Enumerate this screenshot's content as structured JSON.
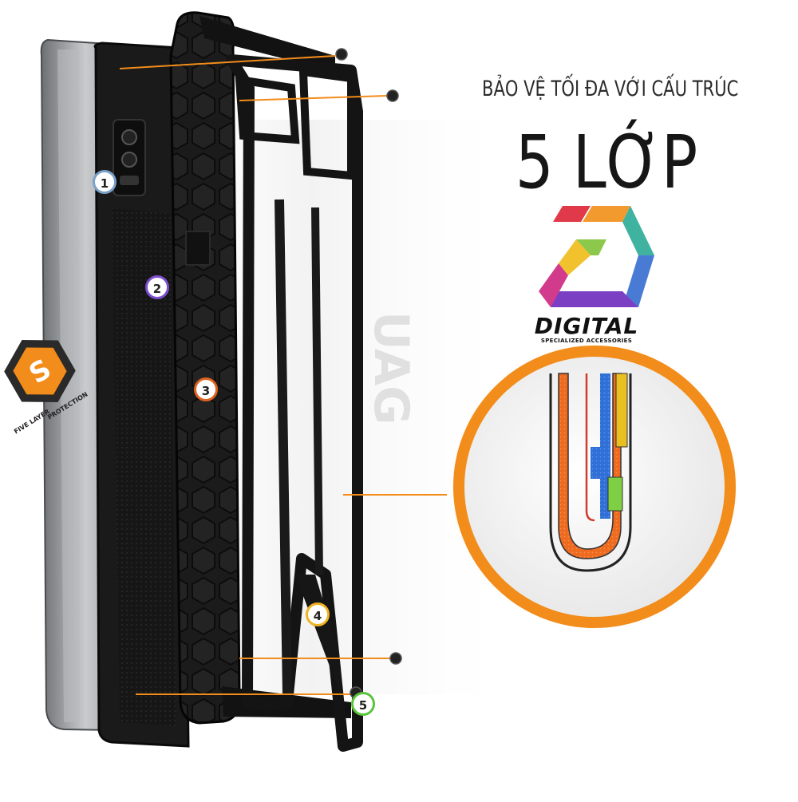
{
  "headline": {
    "line1": "BẢO VỆ TỐI ĐA VỚI CẤU TRÚC",
    "line2": "5 LỚP"
  },
  "brand": {
    "name": "DIGITAL",
    "tagline": "SPECIALIZED ACCESSORIES"
  },
  "badge_emblem": {
    "text": "FIVE LAYER PROTECTION",
    "part1": "FIVE LAYER",
    "part2": "PROTECTION",
    "icon": "five-layer-stack-icon"
  },
  "case_label": "UAG",
  "layer_callouts": [
    {
      "number": "1",
      "ring_color": "#7aa0c8"
    },
    {
      "number": "2",
      "ring_color": "#7d4fd0"
    },
    {
      "number": "3",
      "ring_color": "#e0621e"
    },
    {
      "number": "4",
      "ring_color": "#f0b323"
    },
    {
      "number": "5",
      "ring_color": "#5ac43c"
    }
  ],
  "colors": {
    "accent_orange": "#f28c1a",
    "case_black": "#151515",
    "phone_gray": "#8a8d90"
  }
}
